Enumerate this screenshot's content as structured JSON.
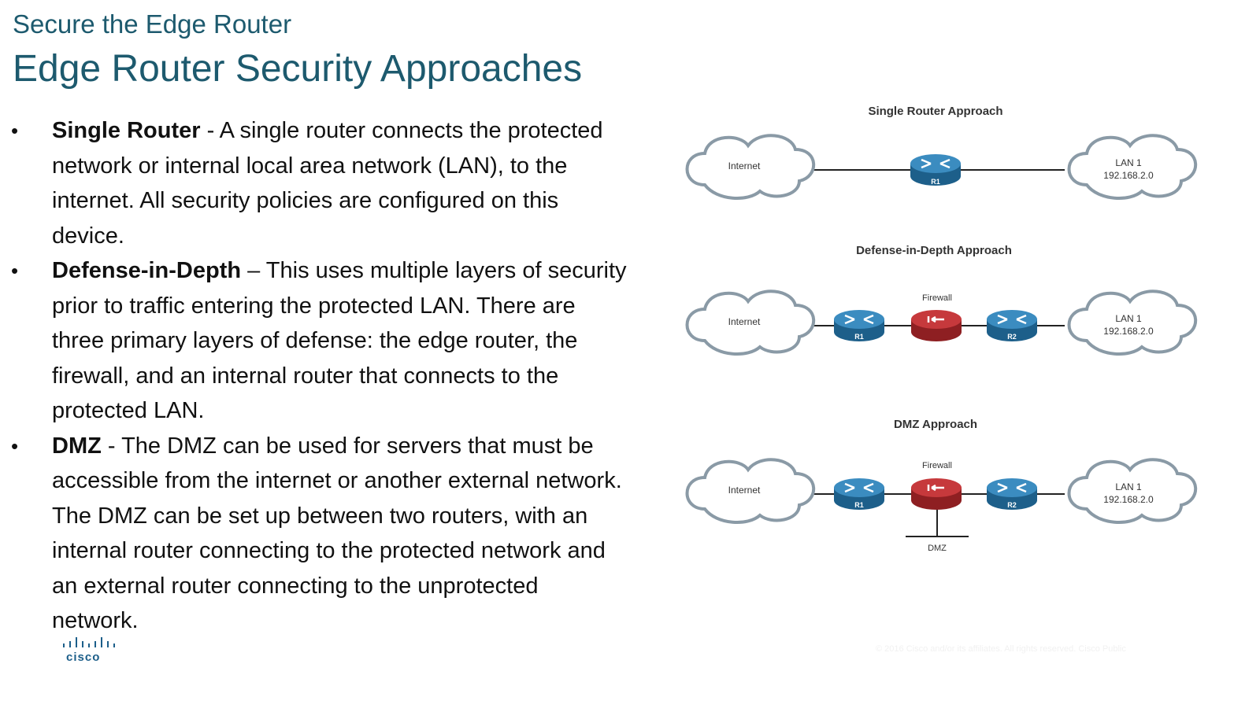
{
  "header": {
    "subtitle": "Secure the Edge Router",
    "title": "Edge Router Security Approaches"
  },
  "bullets": [
    {
      "term": "Single Router",
      "text": " - A single router connects the protected network or internal local area network (LAN), to the internet. All security policies are configured on this device."
    },
    {
      "term": "Defense-in-Depth",
      "text": " – This uses multiple layers of security prior to traffic entering the protected LAN. There are three primary layers of defense: the edge router, the firewall, and an internal router that connects to the protected LAN."
    },
    {
      "term": "DMZ",
      "text": " -  The DMZ can be used for servers that must be accessible from the internet or another external network. The DMZ can be set up between two routers, with an internal router connecting to the protected network and an external router connecting to the unprotected network."
    }
  ],
  "diagrams": {
    "single": {
      "title": "Single Router Approach",
      "internet": "Internet",
      "router": "R1",
      "lan_name": "LAN 1",
      "lan_ip": "192.168.2.0"
    },
    "depth": {
      "title": "Defense-in-Depth Approach",
      "internet": "Internet",
      "r1": "R1",
      "firewall": "Firewall",
      "r2": "R2",
      "lan_name": "LAN 1",
      "lan_ip": "192.168.2.0"
    },
    "dmz": {
      "title": "DMZ Approach",
      "internet": "Internet",
      "r1": "R1",
      "firewall": "Firewall",
      "r2": "R2",
      "lan_name": "LAN 1",
      "lan_ip": "192.168.2.0",
      "dmz": "DMZ"
    }
  },
  "footer": {
    "copyright": "© 2016 Cisco and/or its affiliates. All rights reserved. Cisco Public"
  },
  "logo": {
    "text": "cisco"
  },
  "colors": {
    "title": "#1d5a6e",
    "router": "#2f7fb0",
    "firewall": "#b3262a",
    "cloud_stroke": "#8a9aa6"
  }
}
